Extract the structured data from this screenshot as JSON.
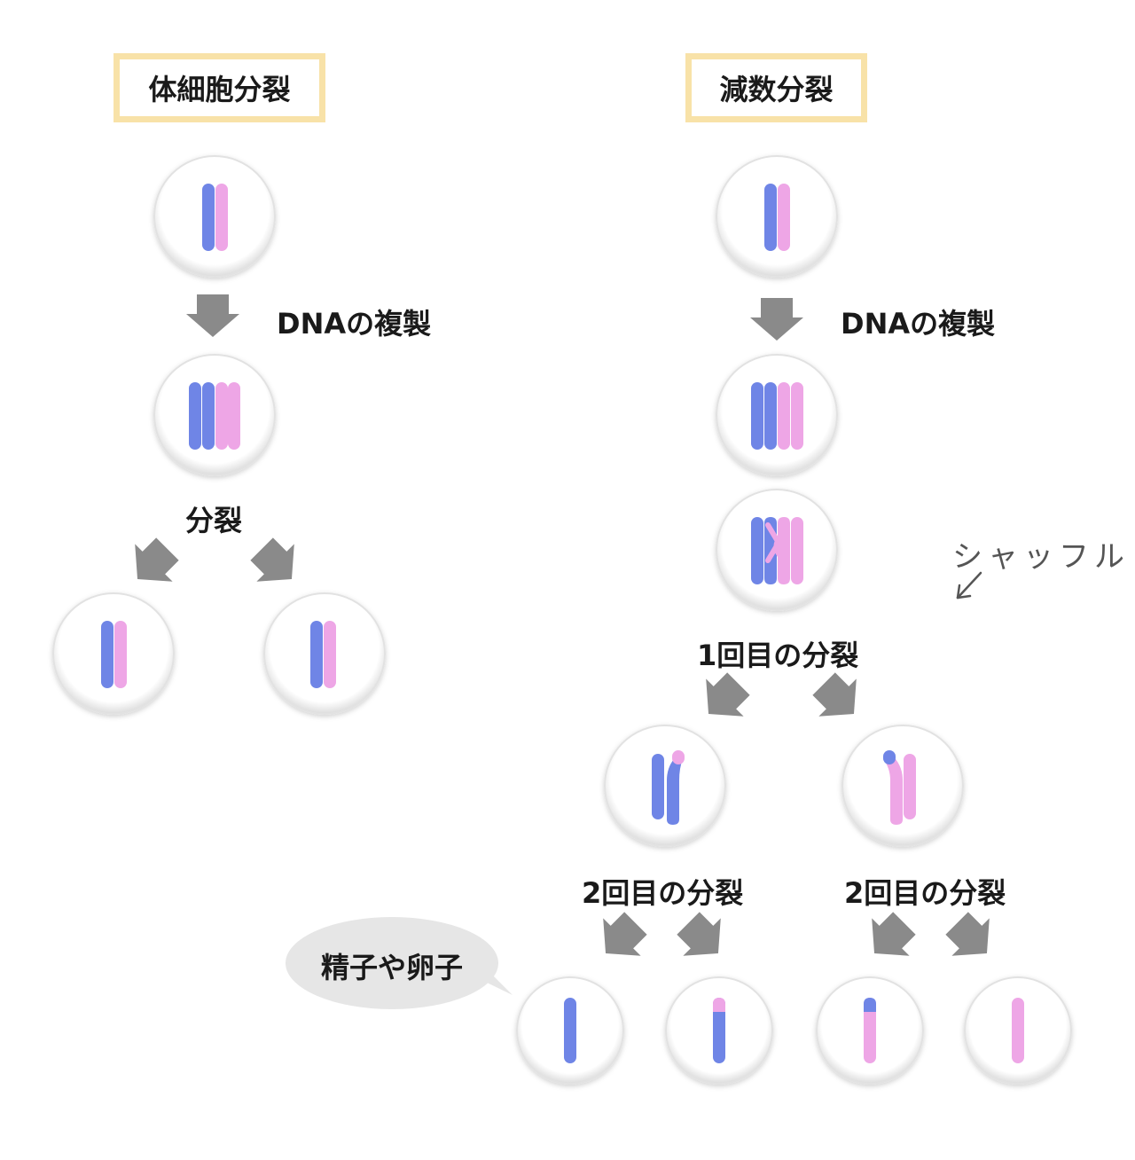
{
  "titles": {
    "mitosis": "体細胞分裂",
    "meiosis": "減数分裂"
  },
  "labels": {
    "dna_replication_left": "DNAの複製",
    "dna_replication_right": "DNAの複製",
    "division": "分裂",
    "first_division": "1回目の分裂",
    "second_division_left": "2回目の分裂",
    "second_division_right": "2回目の分裂",
    "gametes": "精子や卵子",
    "shuffle": "シャッフル"
  },
  "colors": {
    "chromosome_blue": "#6f85e6",
    "chromosome_pink": "#eea6e6",
    "arrow": "#8a8a8a",
    "title_border": "#f8e2a8",
    "bubble": "#e6e6e6"
  }
}
